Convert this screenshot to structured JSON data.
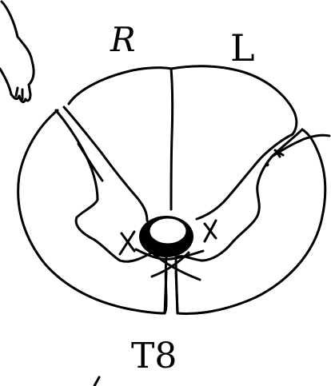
{
  "labels": {
    "right": "R",
    "left": "L",
    "level": "T8"
  }
}
